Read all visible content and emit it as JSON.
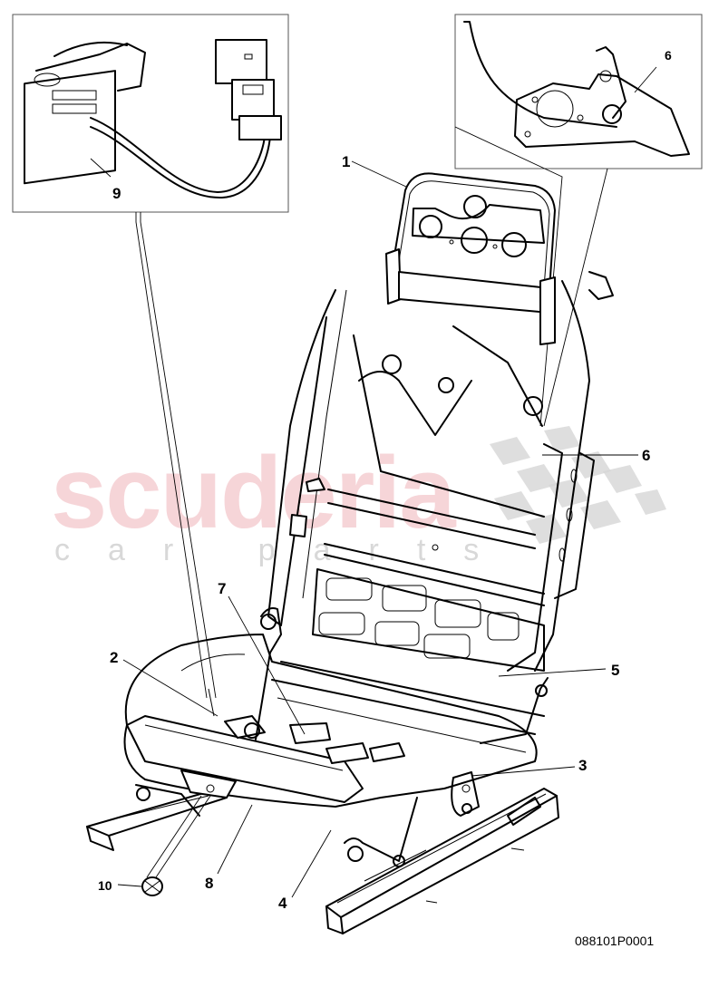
{
  "diagram": {
    "type": "exploded-parts-illustration",
    "subject": "seat frame assembly",
    "drawing_code": "088101P0001"
  },
  "watermark": {
    "main_text": "scuderia",
    "sub_text": "car parts",
    "main_color": "#f4c7cc",
    "sub_color": "#d8d8d8"
  },
  "callouts": [
    {
      "id": "1",
      "label": "1"
    },
    {
      "id": "2",
      "label": "2"
    },
    {
      "id": "3",
      "label": "3"
    },
    {
      "id": "4",
      "label": "4"
    },
    {
      "id": "5",
      "label": "5"
    },
    {
      "id": "6a",
      "label": "6"
    },
    {
      "id": "6b",
      "label": "6"
    },
    {
      "id": "7",
      "label": "7"
    },
    {
      "id": "8",
      "label": "8"
    },
    {
      "id": "9",
      "label": "9"
    },
    {
      "id": "10",
      "label": "10"
    }
  ],
  "insets": [
    {
      "name": "inset-control-unit",
      "callout": "9"
    },
    {
      "name": "inset-recliner-mechanism",
      "callout": "6"
    }
  ]
}
